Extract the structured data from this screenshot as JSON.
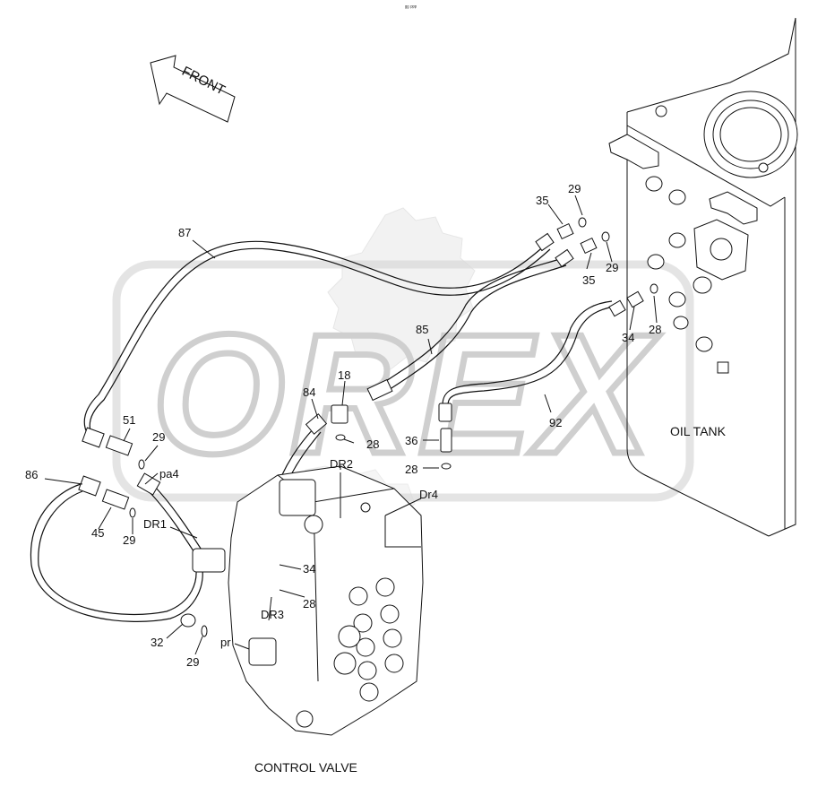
{
  "diagram": {
    "header_mark": "ᵍᵍ ᵖᵖᵖ",
    "front_arrow": "FRONT",
    "watermark": "OREX",
    "captions": {
      "oil_tank": "OIL TANK",
      "control_valve": "CONTROL VALVE"
    },
    "callouts": [
      {
        "id": "87",
        "text": "87"
      },
      {
        "id": "35a",
        "text": "35"
      },
      {
        "id": "29a",
        "text": "29"
      },
      {
        "id": "35b",
        "text": "35"
      },
      {
        "id": "29b",
        "text": "29"
      },
      {
        "id": "85",
        "text": "85"
      },
      {
        "id": "34a",
        "text": "34"
      },
      {
        "id": "28a",
        "text": "28"
      },
      {
        "id": "18",
        "text": "18"
      },
      {
        "id": "84",
        "text": "84"
      },
      {
        "id": "92",
        "text": "92"
      },
      {
        "id": "51",
        "text": "51"
      },
      {
        "id": "29c",
        "text": "29"
      },
      {
        "id": "28b",
        "text": "28"
      },
      {
        "id": "36",
        "text": "36"
      },
      {
        "id": "pa4",
        "text": "pa4"
      },
      {
        "id": "DR2",
        "text": "DR2"
      },
      {
        "id": "28c",
        "text": "28"
      },
      {
        "id": "86",
        "text": "86"
      },
      {
        "id": "Dr4",
        "text": "Dr4"
      },
      {
        "id": "45",
        "text": "45"
      },
      {
        "id": "DR1",
        "text": "DR1"
      },
      {
        "id": "29d",
        "text": "29"
      },
      {
        "id": "34b",
        "text": "34"
      },
      {
        "id": "28d",
        "text": "28"
      },
      {
        "id": "DR3",
        "text": "DR3"
      },
      {
        "id": "32",
        "text": "32"
      },
      {
        "id": "pr",
        "text": "pr"
      },
      {
        "id": "29e",
        "text": "29"
      }
    ]
  }
}
